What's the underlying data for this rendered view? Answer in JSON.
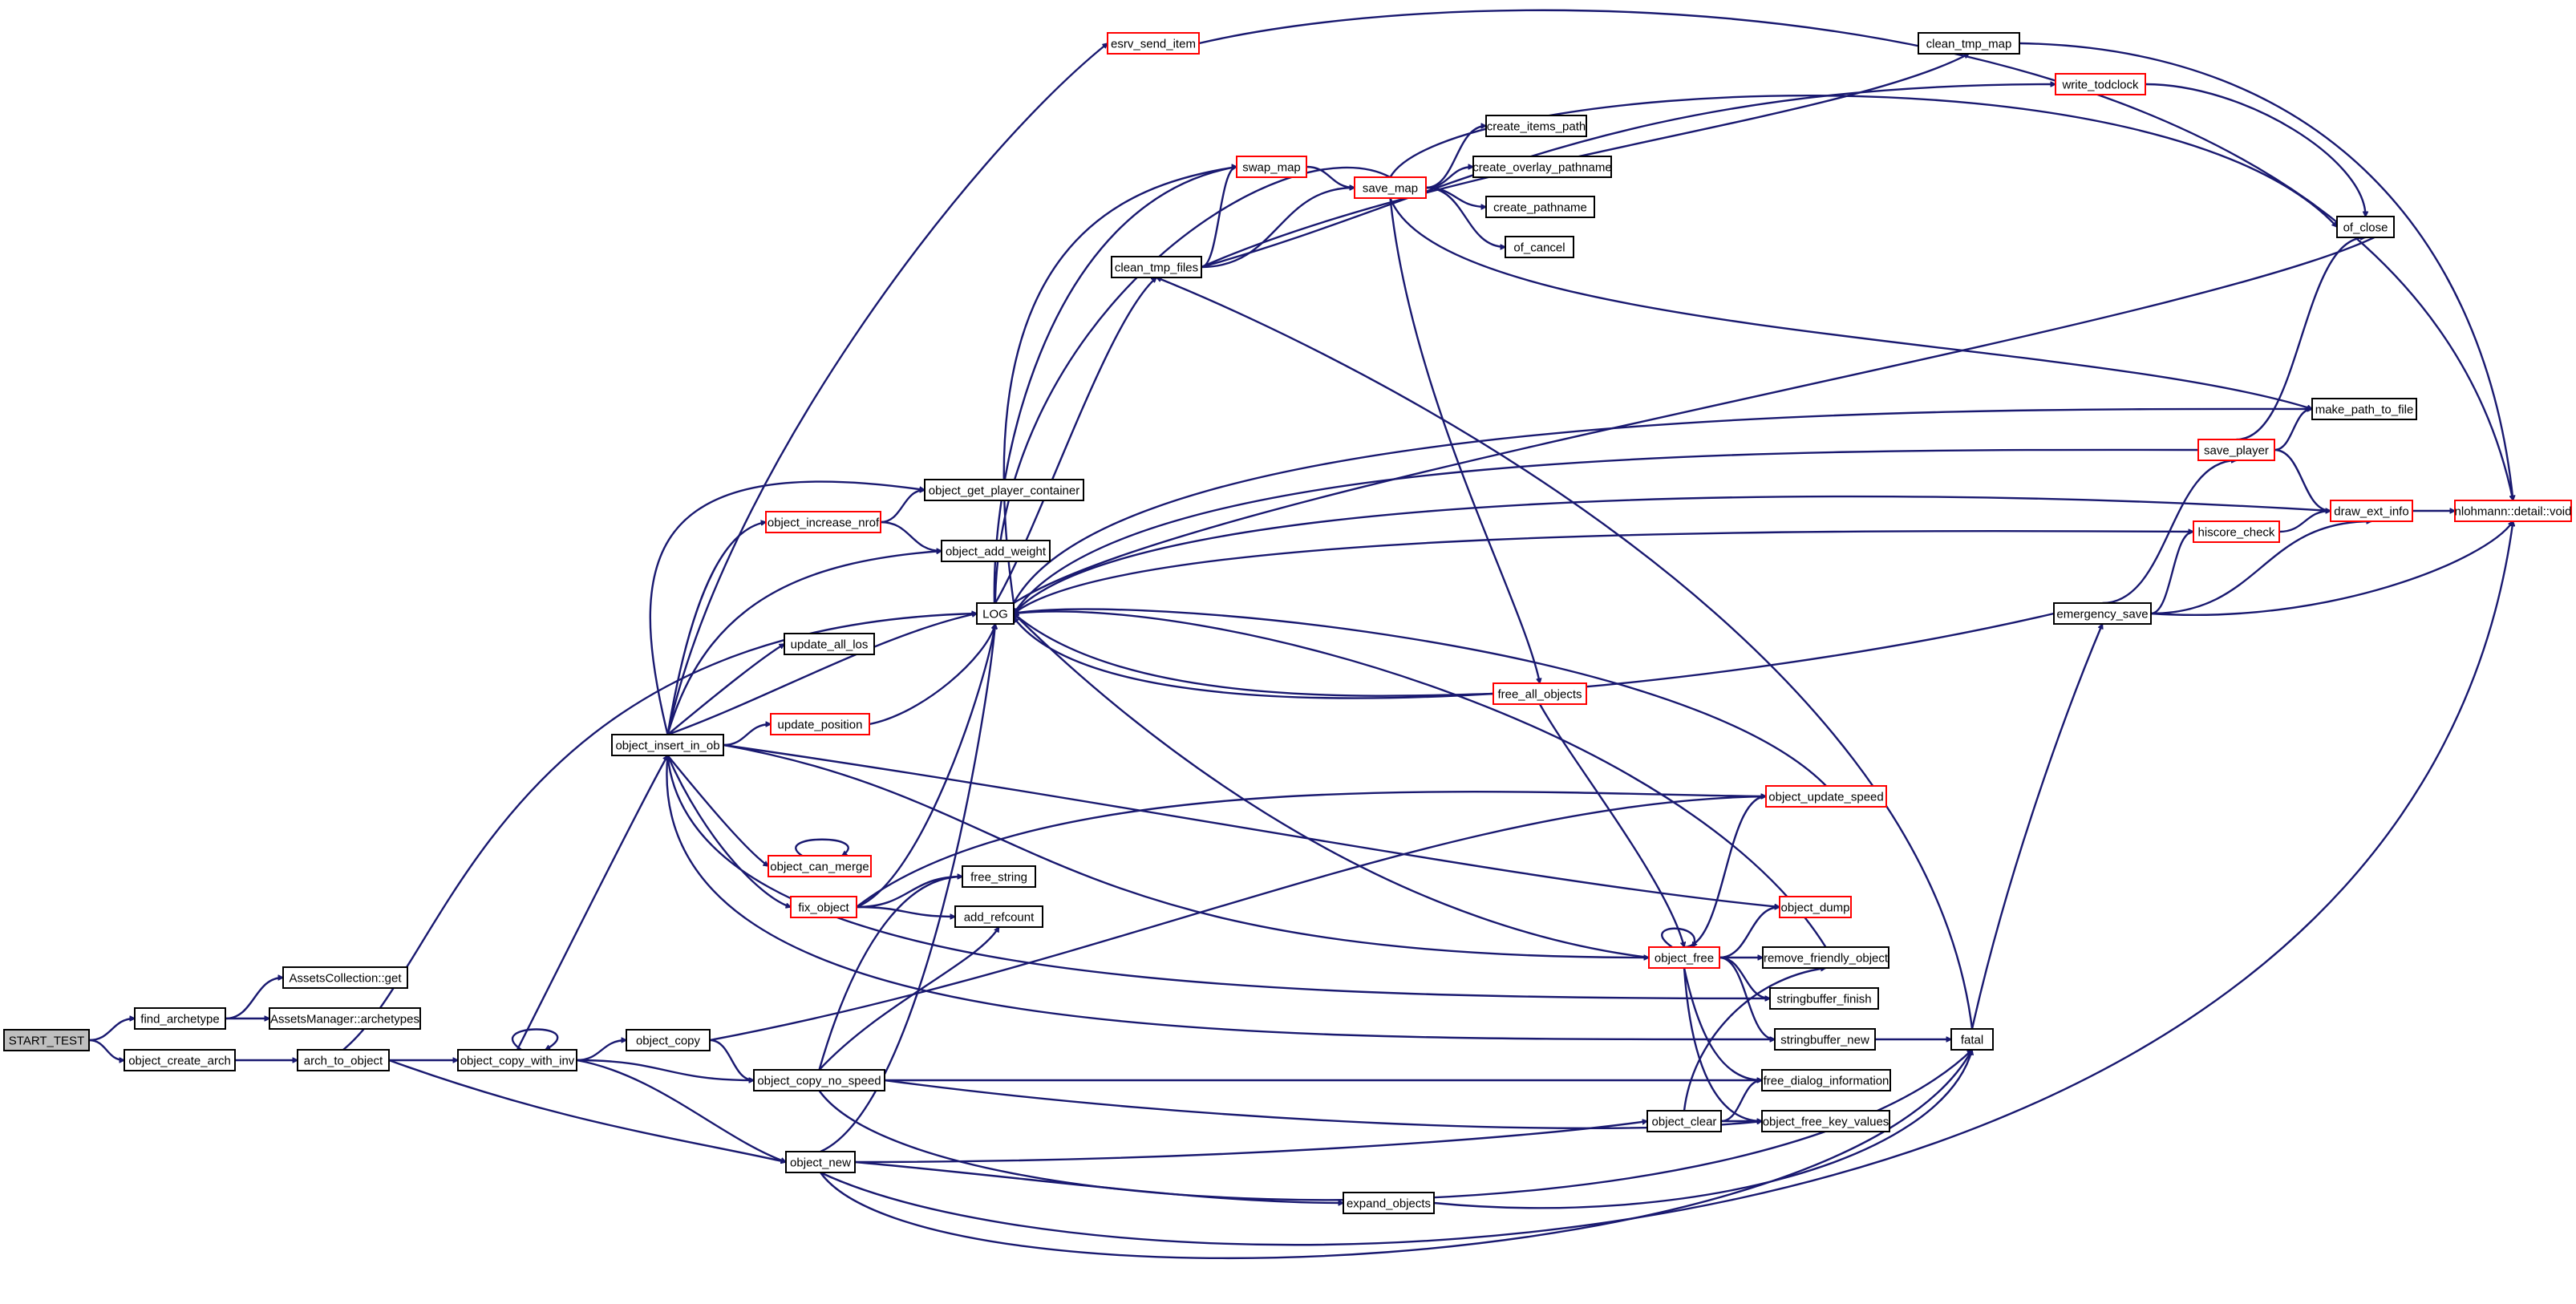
{
  "graph": {
    "kind": "call graph",
    "edge_color": "#191970",
    "highlight_color": "#ff0000",
    "root_fill": "#bfbfbf",
    "nodes": {
      "start_test": {
        "label": "START_TEST"
      },
      "find_archetype": {
        "label": "find_archetype"
      },
      "object_create_arch": {
        "label": "object_create_arch"
      },
      "assets_collection_get": {
        "label": "AssetsCollection::get"
      },
      "assets_manager_archetypes": {
        "label": "AssetsManager::archetypes"
      },
      "arch_to_object": {
        "label": "arch_to_object"
      },
      "object_copy_with_inv": {
        "label": "object_copy_with_inv"
      },
      "object_insert_in_ob": {
        "label": "object_insert_in_ob"
      },
      "object_copy": {
        "label": "object_copy"
      },
      "object_copy_no_speed": {
        "label": "object_copy_no_speed"
      },
      "object_new": {
        "label": "object_new"
      },
      "esrv_send_item": {
        "label": "esrv_send_item"
      },
      "object_increase_nrof": {
        "label": "object_increase_nrof"
      },
      "object_get_player_container": {
        "label": "object_get_player_container"
      },
      "object_add_weight": {
        "label": "object_add_weight"
      },
      "log": {
        "label": "LOG"
      },
      "update_all_los": {
        "label": "update_all_los"
      },
      "update_position": {
        "label": "update_position"
      },
      "object_can_merge": {
        "label": "object_can_merge"
      },
      "fix_object": {
        "label": "fix_object"
      },
      "free_string": {
        "label": "free_string"
      },
      "add_refcount": {
        "label": "add_refcount"
      },
      "clean_tmp_files": {
        "label": "clean_tmp_files"
      },
      "swap_map": {
        "label": "swap_map"
      },
      "save_map": {
        "label": "save_map"
      },
      "create_items_path": {
        "label": "create_items_path"
      },
      "create_overlay_pathname": {
        "label": "create_overlay_pathname"
      },
      "create_pathname": {
        "label": "create_pathname"
      },
      "of_cancel": {
        "label": "of_cancel"
      },
      "clean_tmp_map": {
        "label": "clean_tmp_map"
      },
      "write_todclock": {
        "label": "write_todclock"
      },
      "of_close": {
        "label": "of_close"
      },
      "make_path_to_file": {
        "label": "make_path_to_file"
      },
      "save_player": {
        "label": "save_player"
      },
      "hiscore_check": {
        "label": "hiscore_check"
      },
      "draw_ext_info": {
        "label": "draw_ext_info"
      },
      "nlohmann_void": {
        "label": "nlohmann::detail::void"
      },
      "emergency_save": {
        "label": "emergency_save"
      },
      "free_all_objects": {
        "label": "free_all_objects"
      },
      "object_update_speed": {
        "label": "object_update_speed"
      },
      "object_dump": {
        "label": "object_dump"
      },
      "object_free": {
        "label": "object_free"
      },
      "remove_friendly_object": {
        "label": "remove_friendly_object"
      },
      "stringbuffer_finish": {
        "label": "stringbuffer_finish"
      },
      "stringbuffer_new": {
        "label": "stringbuffer_new"
      },
      "fatal": {
        "label": "fatal"
      },
      "free_dialog_information": {
        "label": "free_dialog_information"
      },
      "object_clear": {
        "label": "object_clear"
      },
      "object_free_key_values": {
        "label": "object_free_key_values"
      },
      "expand_objects": {
        "label": "expand_objects"
      }
    }
  }
}
